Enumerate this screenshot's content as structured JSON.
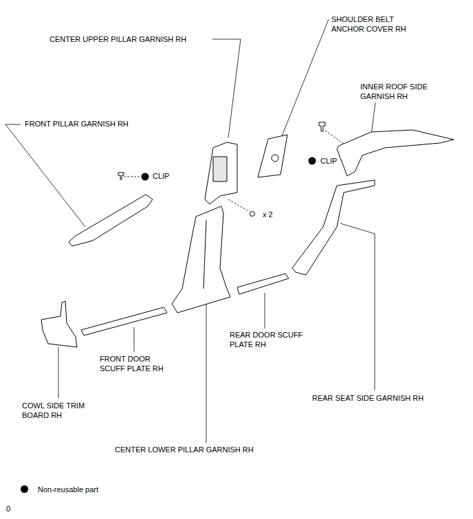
{
  "diagram": {
    "labels": [
      "SHOULDER BELT ANCHOR COVER RH",
      "CENTER UPPER PILLAR GARNISH RH",
      "INNER ROOF SIDE GARNISH RH",
      "FRONT PILLAR GARNISH RH",
      "CLIP",
      "CLIP",
      "x 2",
      "REAR DOOR SCUFF PLATE RH",
      "FRONT DOOR SCUFF PLATE RH",
      "REAR SEAT SIDE GARNISH RH",
      "COWL SIDE TRIM BOARD RH",
      "CENTER LOWER PILLAR GARNISH RH",
      "0"
    ],
    "legend": [
      {
        "text": "Non-reusable part"
      }
    ]
  }
}
